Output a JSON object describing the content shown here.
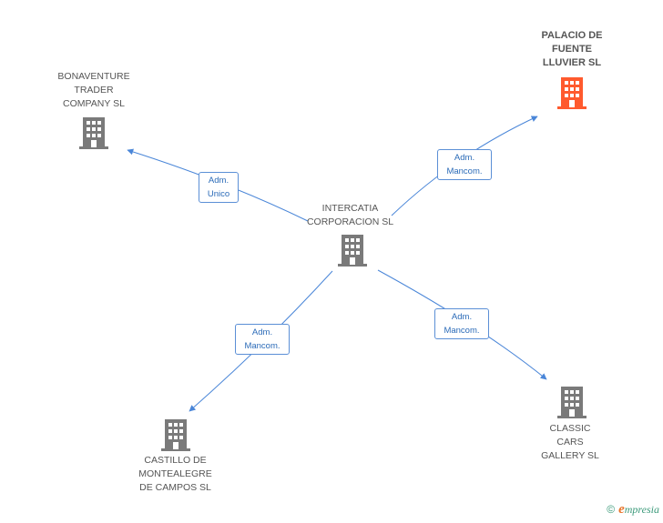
{
  "colors": {
    "node": "#7a7a7a",
    "focus_node": "#ff5a2e",
    "edge": "#4a86d8",
    "badge_border": "#5b8fd6",
    "badge_text": "#2b6bb8",
    "brand_e": "#e8742a",
    "brand_text": "#3b9a7a"
  },
  "nodes": {
    "palacio": {
      "label": "PALACIO DE\nFUENTE\nLLUVIER SL",
      "icon": "building-icon"
    },
    "bonaventure": {
      "label": "BONAVENTURE\nTRADER\nCOMPANY SL",
      "icon": "building-icon"
    },
    "intercatia": {
      "label": "INTERCATIA\nCORPORACION SL",
      "icon": "building-icon"
    },
    "castillo": {
      "label": "CASTILLO DE\nMONTEALEGRE\nDE CAMPOS SL",
      "icon": "building-icon"
    },
    "classic": {
      "label": "CLASSIC\nCARS\nGALLERY SL",
      "icon": "building-icon"
    }
  },
  "edges": {
    "to_bonaventure": {
      "label": "Adm.\nUnico"
    },
    "to_palacio": {
      "label": "Adm.\nMancom."
    },
    "to_castillo": {
      "label": "Adm.\nMancom."
    },
    "to_classic": {
      "label": "Adm.\nMancom."
    }
  },
  "footer": {
    "copyright": "©",
    "brand_initial": "e",
    "brand_rest": "mpresia"
  }
}
